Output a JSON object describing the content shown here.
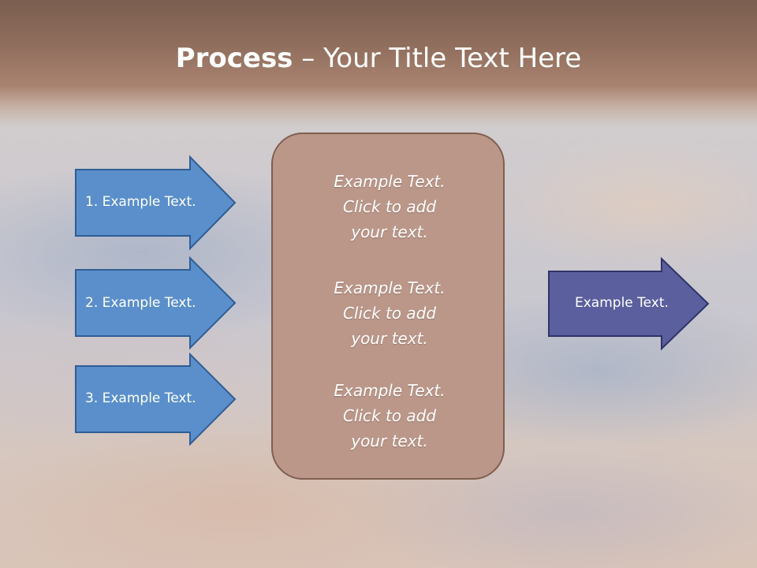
{
  "slide": {
    "title": {
      "bold": "Process",
      "rest": " – Your Title Text Here"
    }
  },
  "inputs": [
    {
      "label": "1. Example Text."
    },
    {
      "label": "2. Example Text."
    },
    {
      "label": "3. Example Text."
    }
  ],
  "center": {
    "blocks": [
      {
        "lines": [
          "Example Text.",
          "Click  to add",
          "your text."
        ]
      },
      {
        "lines": [
          "Example Text.",
          "Click  to add",
          "your text."
        ]
      },
      {
        "lines": [
          "Example Text.",
          "Click  to add",
          "your text."
        ]
      }
    ]
  },
  "output": {
    "label": "Example Text."
  },
  "colors": {
    "input_arrow_fill": "#5b8fcb",
    "input_arrow_border": "#2f5d93",
    "output_arrow_fill": "#5b5f9e",
    "output_arrow_border": "#2f3368",
    "center_fill": "#bb978a",
    "title_band": "#8d6a59"
  }
}
